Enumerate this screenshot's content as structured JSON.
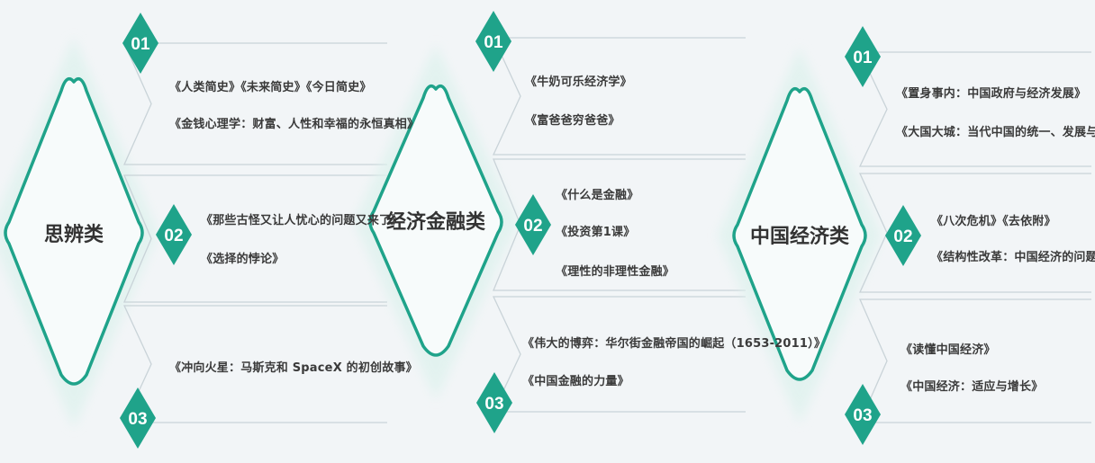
{
  "columns": [
    {
      "category": "思辨类",
      "groups": [
        {
          "num": "01",
          "books": [
            "《人类简史》《未来简史》《今日简史》",
            "《金钱心理学：财富、人性和幸福的永恒真相》"
          ]
        },
        {
          "num": "02",
          "books": [
            "《那些古怪又让人忧心的问题又来了》",
            "《选择的悖论》"
          ]
        },
        {
          "num": "03",
          "books": [
            "《冲向火星：马斯克和 SpaceX 的初创故事》"
          ]
        }
      ]
    },
    {
      "category": "经济金融类",
      "groups": [
        {
          "num": "01",
          "books": [
            "《牛奶可乐经济学》",
            "《富爸爸穷爸爸》"
          ]
        },
        {
          "num": "02",
          "books": [
            "《什么是金融》",
            "《投资第1课》",
            "《理性的非理性金融》"
          ]
        },
        {
          "num": "03",
          "books": [
            "《伟大的博弈：华尔街金融帝国的崛起（1653-2011）》",
            "《中国金融的力量》"
          ]
        }
      ]
    },
    {
      "category": "中国经济类",
      "groups": [
        {
          "num": "01",
          "books": [
            "《置身事内：中国政府与经济发展》",
            "《大国大城：当代中国的统一、发展与平衡》"
          ]
        },
        {
          "num": "02",
          "books": [
            "《八次危机》《去依附》",
            "《结构性改革：中国经济的问题与对策》"
          ]
        },
        {
          "num": "03",
          "books": [
            "《读懂中国经济》",
            "《中国经济：适应与增长》"
          ]
        }
      ]
    }
  ],
  "colors": {
    "accent": "#1fa38a",
    "line": "#c9d3d8",
    "text": "#3a3a3a"
  }
}
